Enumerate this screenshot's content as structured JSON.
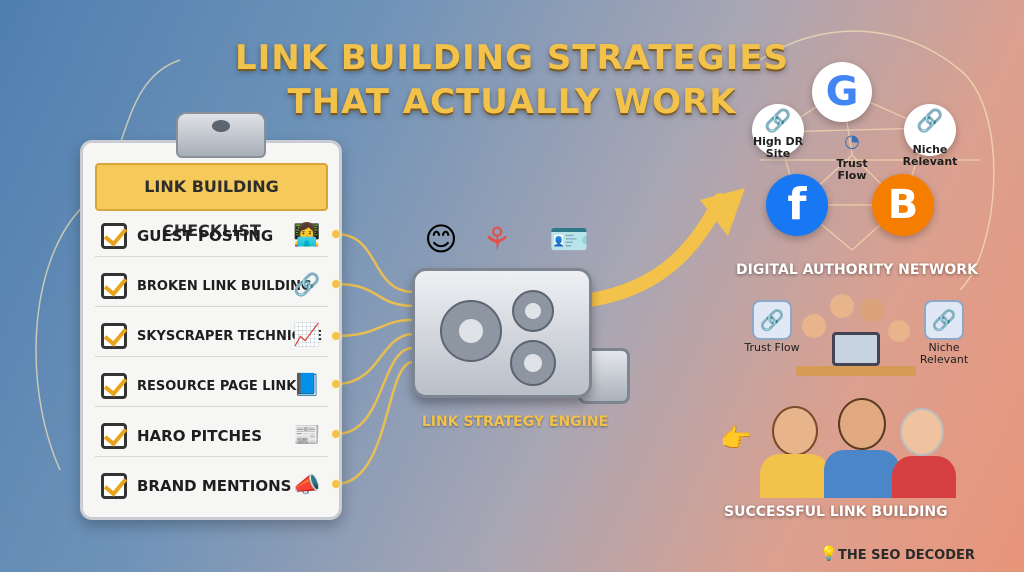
{
  "title": {
    "line1": "LINK BUILDING STRATEGIES",
    "line2": "THAT ACTUALLY WORK"
  },
  "checklist": {
    "heading": "LINK BUILDING CHECKLIST",
    "items": [
      {
        "label": "GUEST POSTING",
        "icon": "person-laptop-icon"
      },
      {
        "label": "BROKEN LINK BUILDING",
        "icon": "broken-chain-icon"
      },
      {
        "label": "SKYSCRAPER TECHNIQUE",
        "icon": "growth-chart-icon"
      },
      {
        "label": "RESOURCE PAGE LINKS",
        "icon": "book-icon"
      },
      {
        "label": "HARO PITCHES",
        "icon": "newspaper-icon"
      },
      {
        "label": "BRAND MENTIONS",
        "icon": "megaphone-icon"
      }
    ]
  },
  "engine": {
    "label": "LINK STRATEGY ENGINE",
    "top_icons": [
      "smiley-icon",
      "share-icon",
      "id-card-icon"
    ]
  },
  "network": {
    "label": "DIGITAL AUTHORITY NETWORK",
    "nodes": [
      {
        "name": "google-icon",
        "label": ""
      },
      {
        "name": "chain-link-icon",
        "label": "High DR Site"
      },
      {
        "name": "gauge-icon",
        "label": "Trust Flow"
      },
      {
        "name": "chain-link-icon",
        "label": "Niche Relevant"
      },
      {
        "name": "facebook-icon",
        "label": ""
      },
      {
        "name": "blogger-icon",
        "label": ""
      }
    ]
  },
  "team": {
    "badge_left": "Trust Flow",
    "badge_right": "Niche Relevant"
  },
  "success": {
    "label": "SUCCESSFUL LINK BUILDING"
  },
  "brand": "THE SEO DECODER",
  "colors": {
    "accent_gold": "#f3c24a",
    "google_blue": "#4285f4",
    "facebook_blue": "#1877f2",
    "blogger_orange": "#f57d00"
  }
}
